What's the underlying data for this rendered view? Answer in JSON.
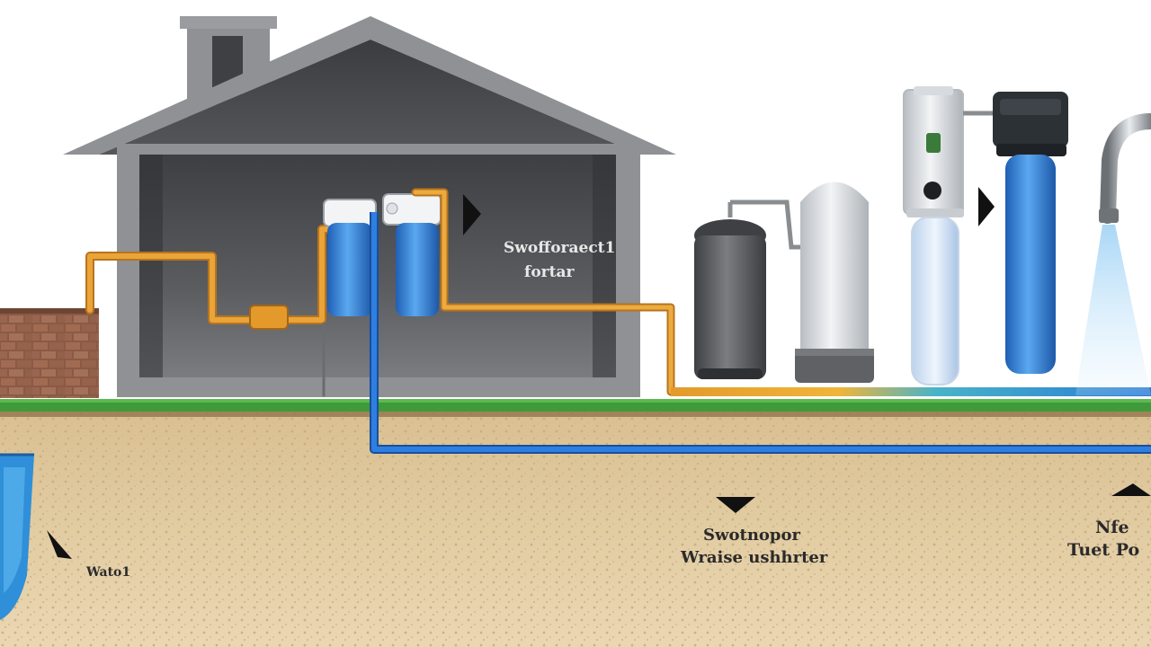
{
  "labels": {
    "house_line1": "Swofforaect1",
    "house_line2": "fortar",
    "ground_line1": "Swotnopor",
    "ground_line2": "Wraise ushhrter",
    "well": "Wato1",
    "right_line1": "Nfe",
    "right_line2": "Tuet Po"
  },
  "colors": {
    "house_wall": "#8f9194",
    "house_interior": "#4d4f52",
    "copper_pipe": "#e39a2b",
    "blue_pipe": "#2a6fd6",
    "grass": "#3f9a3a",
    "soil": "#e3cfa7",
    "filter_blue": "#3b8ce0",
    "brick": "#8a5a44"
  },
  "icons": [
    "house-icon",
    "brick-wall-icon",
    "well-water-icon",
    "pre-filter-icon",
    "sediment-tank-icon",
    "softener-tank-icon",
    "uv-filter-icon",
    "cartridge-filter-icon",
    "faucet-icon"
  ]
}
